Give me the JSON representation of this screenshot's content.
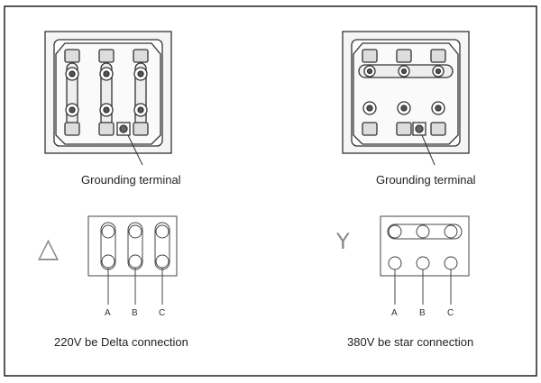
{
  "left": {
    "ground_label": "Grounding terminal",
    "symbol": "△",
    "phases": [
      "A",
      "B",
      "C"
    ],
    "caption": "220V be Delta connection"
  },
  "right": {
    "ground_label": "Grounding terminal",
    "symbol": "Y",
    "phases": [
      "A",
      "B",
      "C"
    ],
    "caption": "380V be star connection"
  },
  "colors": {
    "line": "#333333",
    "frame": "#222222"
  }
}
